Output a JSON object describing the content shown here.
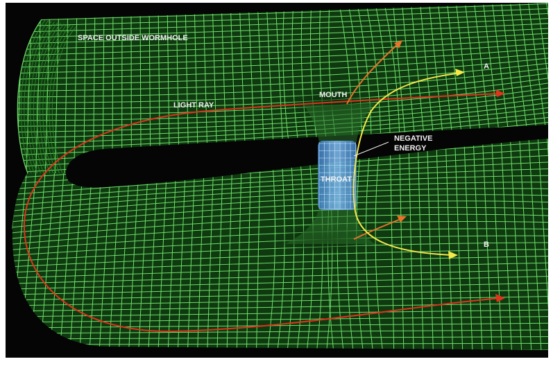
{
  "labels": {
    "space_outside": "SPACE OUTSIDE WORMHOLE",
    "light_ray": "LIGHT RAY",
    "mouth": "MOUTH",
    "negative_energy_line1": "NEGATIVE",
    "negative_energy_line2": "ENERGY",
    "throat": "THROAT",
    "point_a": "A",
    "point_b": "B"
  },
  "colors": {
    "background": "#050505",
    "grid": "#6fe06a",
    "grid_dark": "#2f8f2a",
    "ray_red": "#e0341c",
    "ray_orange": "#e8732a",
    "ray_yellow": "#f3e94a",
    "throat": "#5b9fd6",
    "label": "#f2f2f2"
  }
}
